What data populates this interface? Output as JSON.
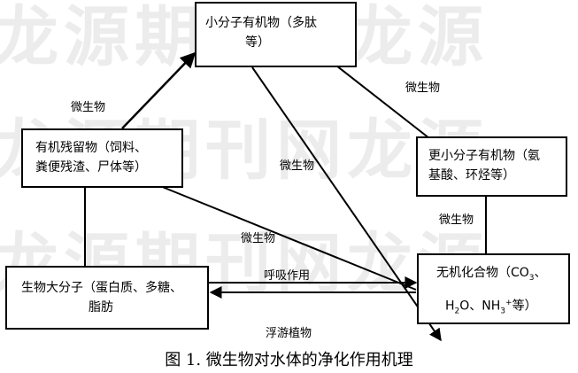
{
  "watermark": {
    "row1": "龙源期刊网龙源",
    "row2": "龙源期刊网龙源",
    "row3": "龙源期刊网龙源"
  },
  "nodes": {
    "small_organic": {
      "line1": "小分子有机物（多肽",
      "line2": "等）"
    },
    "smaller_organic": {
      "line1": "更小分子有机物（氨",
      "line2": "基酸、环烃等）"
    },
    "organic_residue": {
      "line1": "有机残留物（饲料、",
      "line2": "粪便残渣、尸体等）"
    },
    "bio_macro": {
      "line1": "生物大分子（蛋白质、多糖、",
      "line2": "脂肪"
    },
    "inorganic": {
      "line1": "无机化合物（CO",
      "line1_sub": "3",
      "line1_end": "、",
      "l2_h": "H",
      "l2_sub": "2",
      "l2_o": "O、NH",
      "l2_sub2": "3",
      "l2_sup": "+",
      "l2_end": "等）"
    }
  },
  "edge_labels": {
    "residue_to_small": "微生物",
    "small_to_smaller": "微生物",
    "small_to_inorganic": "微生物",
    "smaller_to_inorganic": "微生物",
    "residue_to_inorganic": "微生物",
    "respiration": "呼吸作用",
    "plankton": "浮游植物"
  },
  "caption": "图 1. 微生物对水体的净化作用机理"
}
